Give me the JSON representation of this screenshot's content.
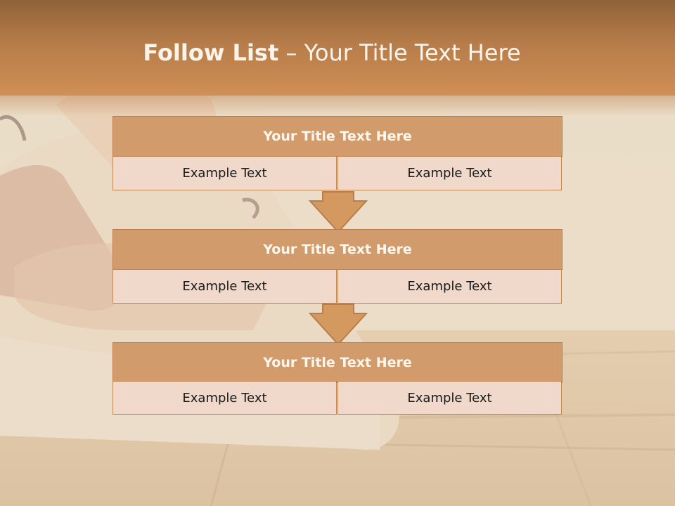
{
  "title": {
    "bold": "Follow List",
    "rest": " – Your Title Text Here"
  },
  "blocks": [
    {
      "title": "Your Title Text Here",
      "left": "Example Text",
      "right": "Example Text"
    },
    {
      "title": "Your Title Text Here",
      "left": "Example Text",
      "right": "Example Text"
    },
    {
      "title": "Your Title Text Here",
      "left": "Example Text",
      "right": "Example Text"
    }
  ],
  "colors": {
    "header": "#b67c49",
    "block_title_fill": "#d29b6c",
    "cell_fill": "#f0d8cb",
    "arrow_fill": "#d4995f"
  }
}
